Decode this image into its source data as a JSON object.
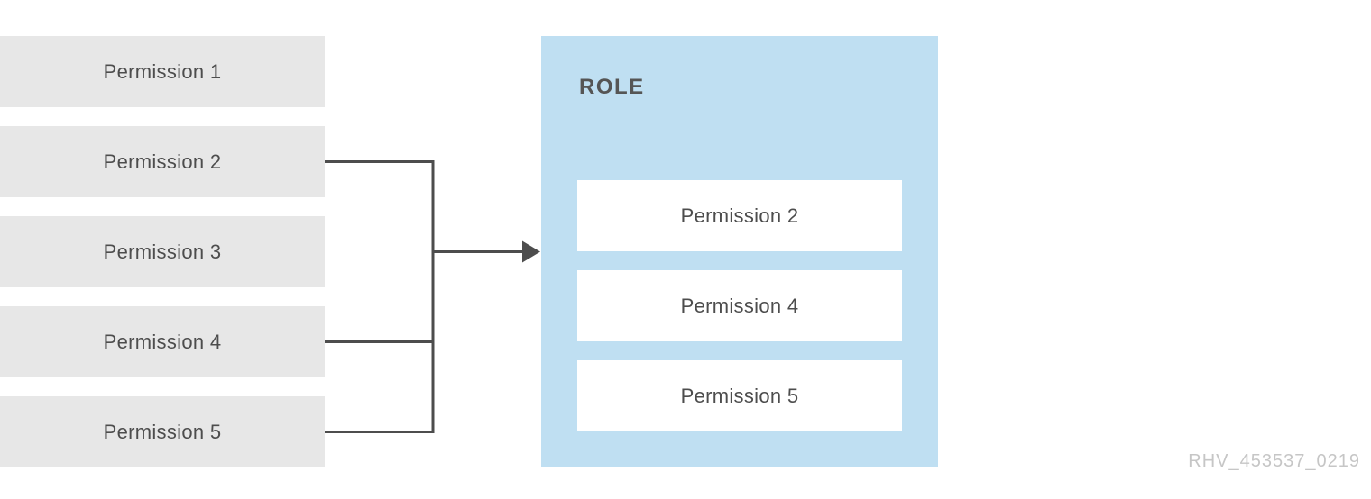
{
  "permissions_pool": {
    "items": [
      {
        "label": "Permission 1"
      },
      {
        "label": "Permission 2"
      },
      {
        "label": "Permission 3"
      },
      {
        "label": "Permission 4"
      },
      {
        "label": "Permission 5"
      }
    ]
  },
  "role": {
    "title": "ROLE",
    "assigned_permissions": [
      {
        "label": "Permission 2"
      },
      {
        "label": "Permission 4"
      },
      {
        "label": "Permission 5"
      }
    ]
  },
  "connections": {
    "sources": [
      "Permission 2",
      "Permission 4",
      "Permission 5"
    ],
    "target": "ROLE"
  },
  "watermark": "RHV_453537_0219",
  "colors": {
    "permission_box_bg": "#e7e7e7",
    "role_box_bg": "#bfdff2",
    "assigned_box_bg": "#ffffff",
    "connector": "#4d4d4d",
    "label_text": "#4d4d4d",
    "role_title_text": "#555555",
    "watermark_text": "#c6c6c6"
  }
}
